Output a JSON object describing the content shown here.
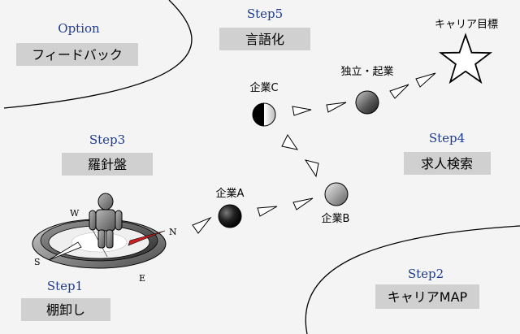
{
  "steps": {
    "option": {
      "step": "Option",
      "title": "フィードバック"
    },
    "step5": {
      "step": "Step5",
      "title": "言語化"
    },
    "step3": {
      "step": "Step3",
      "title": "羅針盤"
    },
    "step4": {
      "step": "Step4",
      "title": "求人検索"
    },
    "step1": {
      "step": "Step1",
      "title": "棚卸し"
    },
    "step2": {
      "step": "Step2",
      "title": "キャリアMAP"
    }
  },
  "nodes": {
    "company_a": "企業A",
    "company_b": "企業B",
    "company_c": "企業C",
    "independent": "独立・起業",
    "career_goal": "キャリア目標"
  },
  "compass": {
    "n": "N",
    "s": "S",
    "e": "E",
    "w": "W"
  },
  "colors": {
    "background": "#f4f4f4",
    "step_label": "#1f3a93",
    "box_fill": "#d0d0d0",
    "compass_needle": "#cc2020"
  }
}
